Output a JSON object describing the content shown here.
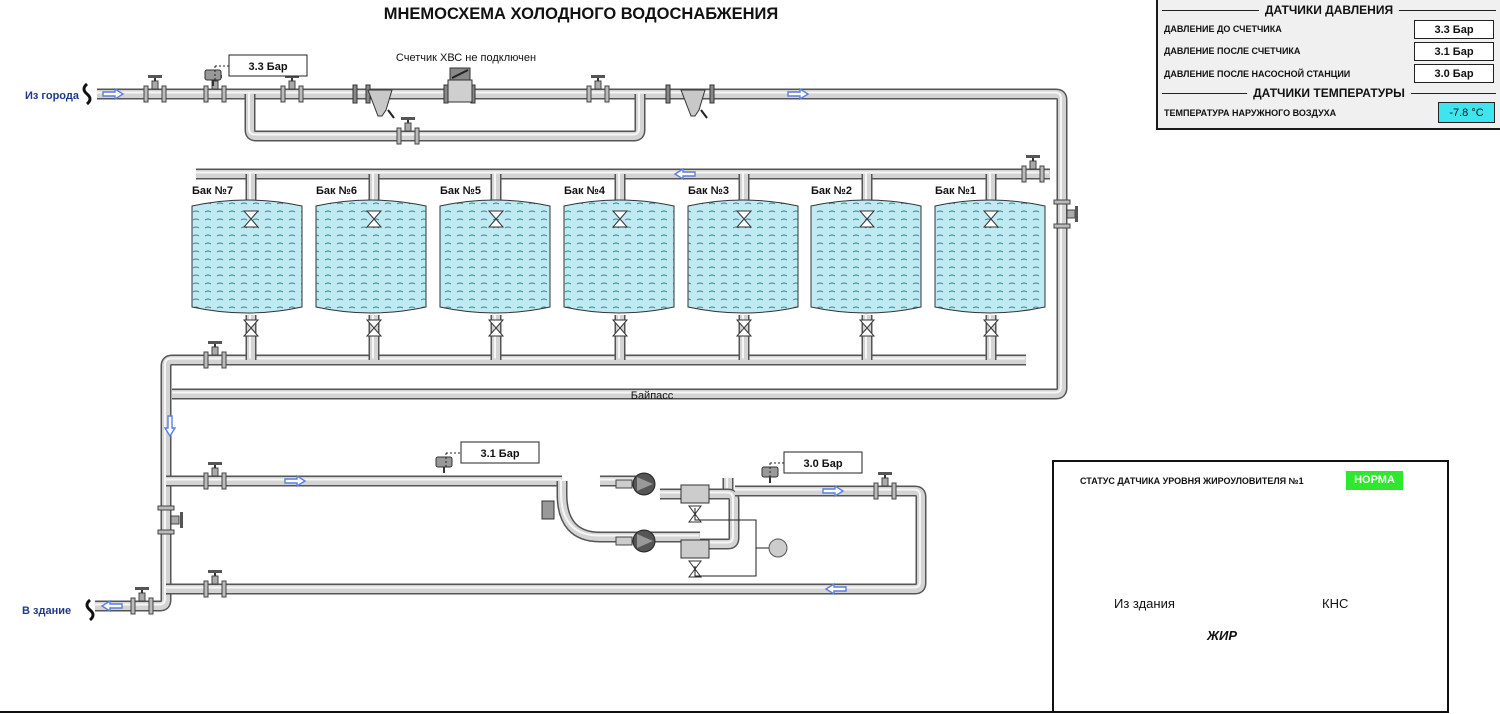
{
  "title": "МНЕМОСХЕМА ХОЛОДНОГО ВОДОСНАБЖЕНИЯ",
  "inlet_label": "Из города",
  "outlet_label": "В здание",
  "meter_status": "Счетчик ХВС не подключен",
  "bypass_label": "Байпасс",
  "gauges": {
    "p1": "3.3 Бар",
    "p2": "3.1 Бар",
    "p3": "3.0 Бар"
  },
  "tanks": [
    "Бак №7",
    "Бак №6",
    "Бак №5",
    "Бак №4",
    "Бак №3",
    "Бак №2",
    "Бак №1"
  ],
  "pressure_panel": {
    "header": "ДАТЧИКИ ДАВЛЕНИЯ",
    "rows": [
      {
        "label": "ДАВЛЕНИЕ ДО СЧЕТЧИКА",
        "value": "3.3 Бар"
      },
      {
        "label": "ДАВЛЕНИЕ ПОСЛЕ СЧЕТЧИКА",
        "value": "3.1 Бар"
      },
      {
        "label": "ДАВЛЕНИЕ ПОСЛЕ НАСОСНОЙ СТАНЦИИ",
        "value": "3.0 Бар"
      }
    ]
  },
  "temperature_panel": {
    "header": "ДАТЧИКИ ТЕМПЕРАТУРЫ",
    "label": "ТЕМПЕРАТУРА НАРУЖНОГО ВОЗДУХА",
    "value": "-7.8 °C"
  },
  "grease_trap": {
    "title": "СТАТУС ДАТЧИКА УРОВНЯ ЖИРОУЛОВИТЕЛЯ №1",
    "status": "НОРМА",
    "from_building": "Из здания",
    "to_pump": "КНС",
    "fat_label": "ЖИР"
  },
  "colors": {
    "water_fill": "#bfeaf2",
    "pipe": "#d4d4d4",
    "pipe_edge": "#555555",
    "arrow": "#5a7fe0",
    "status_ok": "#2ee82e",
    "temp_display": "#3fe5ee",
    "sewage_blue": "#1a2fe0",
    "fat_layer": "#c8c85a"
  }
}
